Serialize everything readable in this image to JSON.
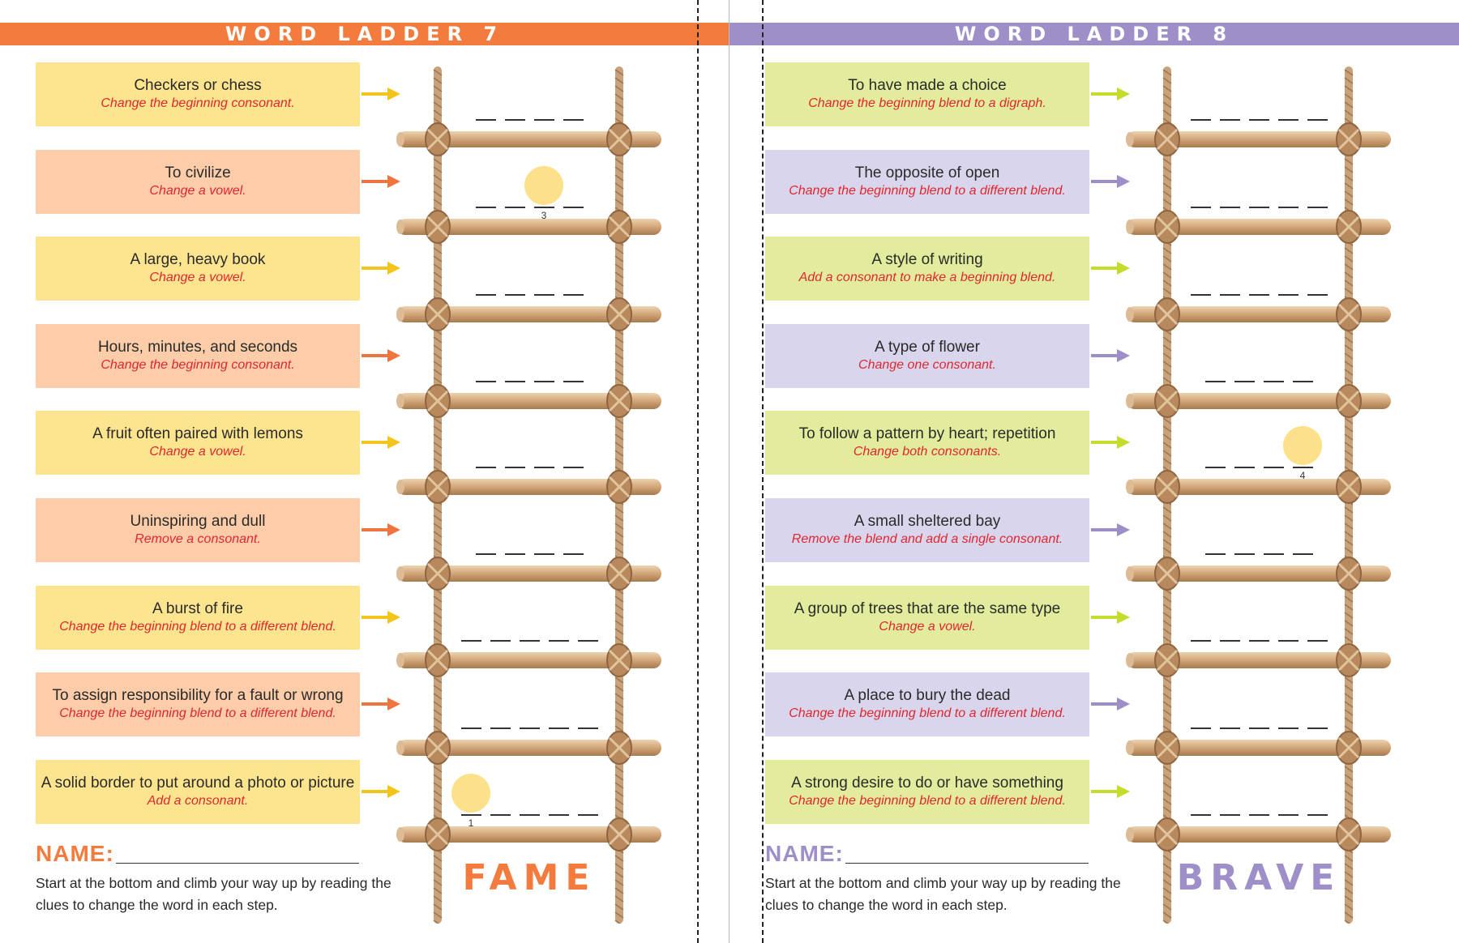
{
  "left": {
    "title": "WORD LADDER 7",
    "name_label": "NAME:",
    "instructions": "Start at the bottom and climb your way up by reading the clues to change the word in each step.",
    "start_word": "FAME",
    "colors": {
      "accent": "#f47b3e",
      "yellow": "#fde58f",
      "peach": "#fccda8",
      "arrow_yellow": "#f3c51c",
      "arrow_orange": "#ee7440"
    },
    "clues": [
      {
        "main": "Checkers or chess",
        "hint": "Change the beginning consonant.",
        "color": "yellow",
        "letters": 4
      },
      {
        "main": "To civilize",
        "hint": "Change a vowel.",
        "color": "peach",
        "letters": 4,
        "circle": 3
      },
      {
        "main": "A large, heavy book",
        "hint": "Change a vowel.",
        "color": "yellow",
        "letters": 4
      },
      {
        "main": "Hours, minutes, and seconds",
        "hint": "Change the beginning consonant.",
        "color": "peach",
        "letters": 4
      },
      {
        "main": "A fruit often paired with lemons",
        "hint": "Change a vowel.",
        "color": "yellow",
        "letters": 4
      },
      {
        "main": "Uninspiring and dull",
        "hint": "Remove a consonant.",
        "color": "peach",
        "letters": 4
      },
      {
        "main": "A burst of fire",
        "hint": "Change the beginning blend to a different blend.",
        "color": "yellow",
        "letters": 5
      },
      {
        "main": "To assign responsibility for a fault or wrong",
        "hint": "Change the beginning blend to a different blend.",
        "color": "peach",
        "letters": 5
      },
      {
        "main": "A solid border to put around a photo or picture",
        "hint": "Add a consonant.",
        "color": "yellow",
        "letters": 5,
        "circle": 1
      }
    ]
  },
  "right": {
    "title": "WORD LADDER 8",
    "name_label": "NAME:",
    "instructions": "Start at the bottom and climb your way up by reading the clues to change the word in each step.",
    "start_word": "BRAVE",
    "colors": {
      "accent": "#9e8fc8",
      "green": "#e3ec9c",
      "lavender": "#d9d5ec",
      "arrow_green": "#c6dc2c",
      "arrow_purple": "#9d8ec8"
    },
    "clues": [
      {
        "main": "To have made a choice",
        "hint": "Change the beginning blend to a digraph.",
        "color": "green",
        "letters": 5
      },
      {
        "main": "The opposite of open",
        "hint": "Change the beginning blend to a different blend.",
        "color": "lavender",
        "letters": 5
      },
      {
        "main": "A style of writing",
        "hint": "Add a consonant to make a beginning blend.",
        "color": "green",
        "letters": 5
      },
      {
        "main": "A type of flower",
        "hint": "Change one consonant.",
        "color": "lavender",
        "letters": 4
      },
      {
        "main": "To follow a pattern by heart; repetition",
        "hint": "Change both consonants.",
        "color": "green",
        "letters": 4,
        "circle": 4
      },
      {
        "main": "A small sheltered bay",
        "hint": "Remove the blend and add a single consonant.",
        "color": "lavender",
        "letters": 4
      },
      {
        "main": "A group of trees that are the same type",
        "hint": "Change a vowel.",
        "color": "green",
        "letters": 5
      },
      {
        "main": "A place to bury the dead",
        "hint": "Change the beginning blend to a different blend.",
        "color": "lavender",
        "letters": 5
      },
      {
        "main": "A strong desire to do or have something",
        "hint": "Change the beginning blend to a different blend.",
        "color": "green",
        "letters": 5
      }
    ]
  }
}
